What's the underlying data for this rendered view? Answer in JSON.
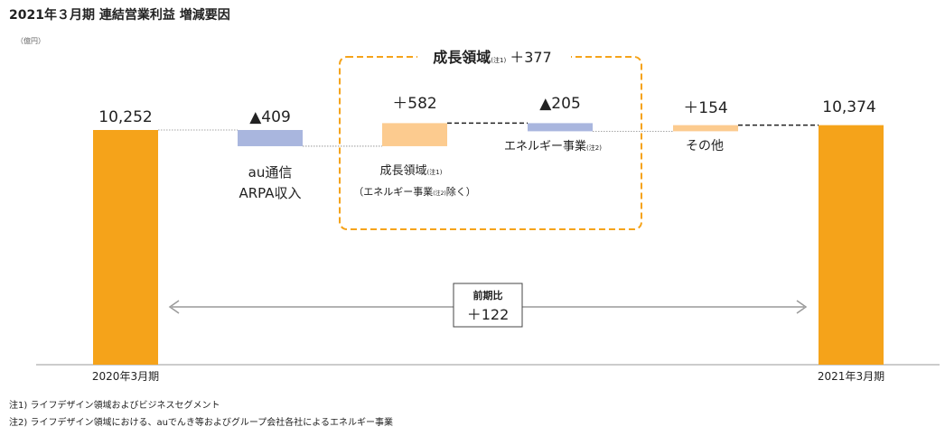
{
  "title": "2021年３月期 連結営業利益 増減要因",
  "unit_label": "（億円）",
  "notes": [
    "注1) ライフデザイン領域およびビジネスセグメント",
    "注2) ライフデザイン領域における、auでんき等およびグループ会社各社によるエネルギー事業"
  ],
  "colors": {
    "total": "#f5a31a",
    "decrease": "#a9b6de",
    "increase": "#fccb8f",
    "dashed_box": "#f5a31a"
  },
  "chart_data": {
    "type": "waterfall",
    "categories": [
      "2020年3月期",
      "au通信 ARPA収入",
      "成長領域（エネルギー事業除く）",
      "エネルギー事業",
      "その他",
      "2021年3月期"
    ],
    "steps": [
      {
        "key": "start",
        "kind": "total",
        "value": 10252,
        "value_label": "10,252",
        "axis_label": "2020年3月期"
      },
      {
        "key": "au",
        "kind": "decrease",
        "value": -409,
        "value_label": "▲409",
        "lines": [
          "au通信",
          "ARPA収入"
        ]
      },
      {
        "key": "growth",
        "kind": "increase",
        "value": 582,
        "value_label": "＋582",
        "lines": [
          "成長領域"
        ],
        "note_mark": "(注1)",
        "sub": [
          "（エネルギー事業",
          "(注2)",
          "除く）"
        ]
      },
      {
        "key": "energy",
        "kind": "decrease",
        "value": -205,
        "value_label": "▲205",
        "lines": [
          "エネルギー事業"
        ],
        "note_mark": "(注2)"
      },
      {
        "key": "other",
        "kind": "increase",
        "value": 154,
        "value_label": "＋154",
        "lines": [
          "その他"
        ]
      },
      {
        "key": "end",
        "kind": "total",
        "value": 10374,
        "value_label": "10,374",
        "axis_label": "2021年3月期"
      }
    ],
    "group": {
      "label": "成長領域",
      "note_mark": "(注1)",
      "value_label": "＋377"
    },
    "comparison": {
      "label": "前期比",
      "value_label": "＋122",
      "value": 122
    }
  }
}
